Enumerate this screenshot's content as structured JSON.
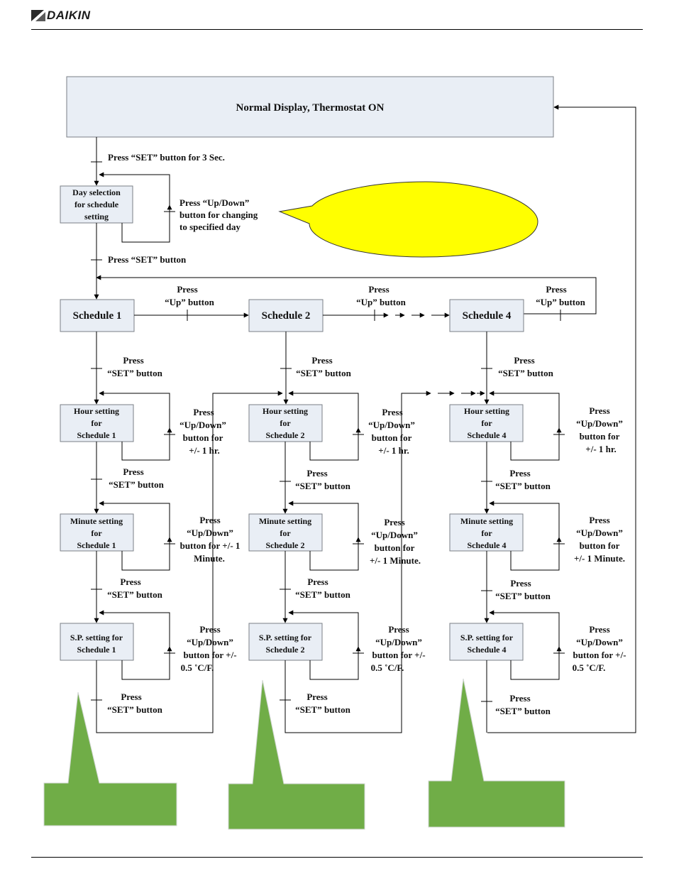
{
  "header": {
    "brand": "DAIKIN"
  },
  "flow": {
    "normal_display": "Normal Display, Thermostat ON",
    "press_set_3sec": "Press “SET” button for 3 Sec.",
    "day_selection": [
      "Day selection",
      "for schedule",
      "setting"
    ],
    "press_updown_day": [
      "Press “Up/Down”",
      "button for changing",
      "to specified day"
    ],
    "press_set_button": "Press “SET” button",
    "press": "Press",
    "up_button": "“Up” button",
    "set_button": "“SET” button",
    "schedules": [
      {
        "title": "Schedule 1",
        "hour": [
          "Hour setting",
          "for",
          "Schedule 1"
        ],
        "minute": [
          "Minute setting",
          "for",
          "Schedule 1"
        ],
        "sp": [
          "S.P. setting for",
          "Schedule 1"
        ],
        "hour_note": [
          "Press",
          "“Up/Down”",
          "button for",
          "+/- 1 hr."
        ],
        "minute_note": [
          "Press",
          "“Up/Down”",
          "button for +/- 1",
          "Minute."
        ],
        "sp_note": [
          "Press",
          "“Up/Down”",
          "button for +/-",
          "0.5   ˚C/F."
        ]
      },
      {
        "title": "Schedule 2",
        "hour": [
          "Hour setting",
          "for",
          "Schedule 2"
        ],
        "minute": [
          "Minute setting",
          "for",
          "Schedule 2"
        ],
        "sp": [
          "S.P. setting for",
          "Schedule 2"
        ],
        "hour_note": [
          "Press",
          "“Up/Down”",
          "button for",
          "+/- 1 hr."
        ],
        "minute_note": [
          "Press",
          "“Up/Down”",
          "button for",
          "+/- 1 Minute."
        ],
        "sp_note": [
          "Press",
          "“Up/Down”",
          "button for +/-",
          "0.5   ˚C/F."
        ]
      },
      {
        "title": "Schedule 4",
        "hour": [
          "Hour setting",
          "for",
          "Schedule 4"
        ],
        "minute": [
          "Minute setting",
          "for",
          "Schedule 4"
        ],
        "sp": [
          "S.P. setting for",
          "Schedule 4"
        ],
        "hour_note": [
          "Press",
          "“Up/Down”",
          "button for",
          "+/- 1 hr."
        ],
        "minute_note": [
          "Press",
          "“Up/Down”",
          "button for",
          "+/- 1 Minute."
        ],
        "sp_note": [
          "Press",
          "“Up/Down”",
          "button for +/-",
          "0.5   ˚C/F."
        ]
      }
    ]
  },
  "colors": {
    "box_fill": "#e9eef5",
    "callout_yellow": "#ffff00",
    "callout_green": "#70ad47"
  }
}
